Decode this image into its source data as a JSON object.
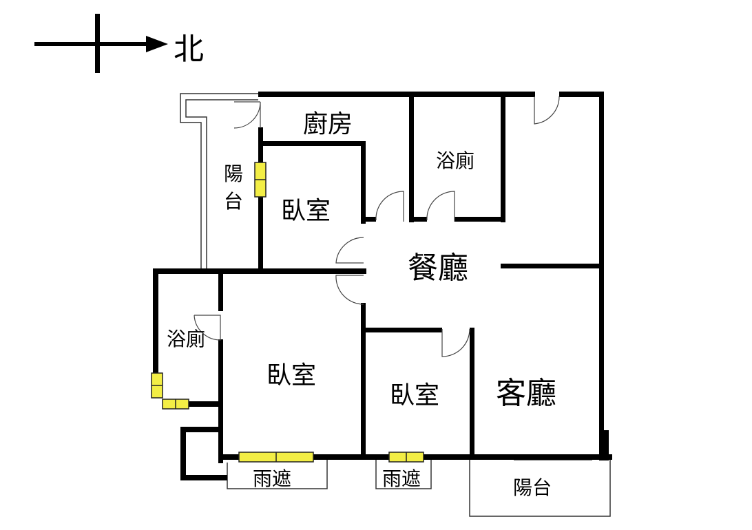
{
  "compass": {
    "label": "北",
    "icon": "north-arrow-icon"
  },
  "rooms": {
    "kitchen": "廚房",
    "bath_north": "浴廁",
    "balcony_west_top": "陽",
    "balcony_west_bottom": "台",
    "bedroom_small": "臥室",
    "dining": "餐廳",
    "bath_west": "浴廁",
    "bedroom_master": "臥室",
    "bedroom_third": "臥室",
    "living": "客廳",
    "awning_1": "雨遮",
    "awning_2": "雨遮",
    "balcony_south": "陽台"
  },
  "colors": {
    "wall": "#000000",
    "window": "#f3ee45"
  }
}
